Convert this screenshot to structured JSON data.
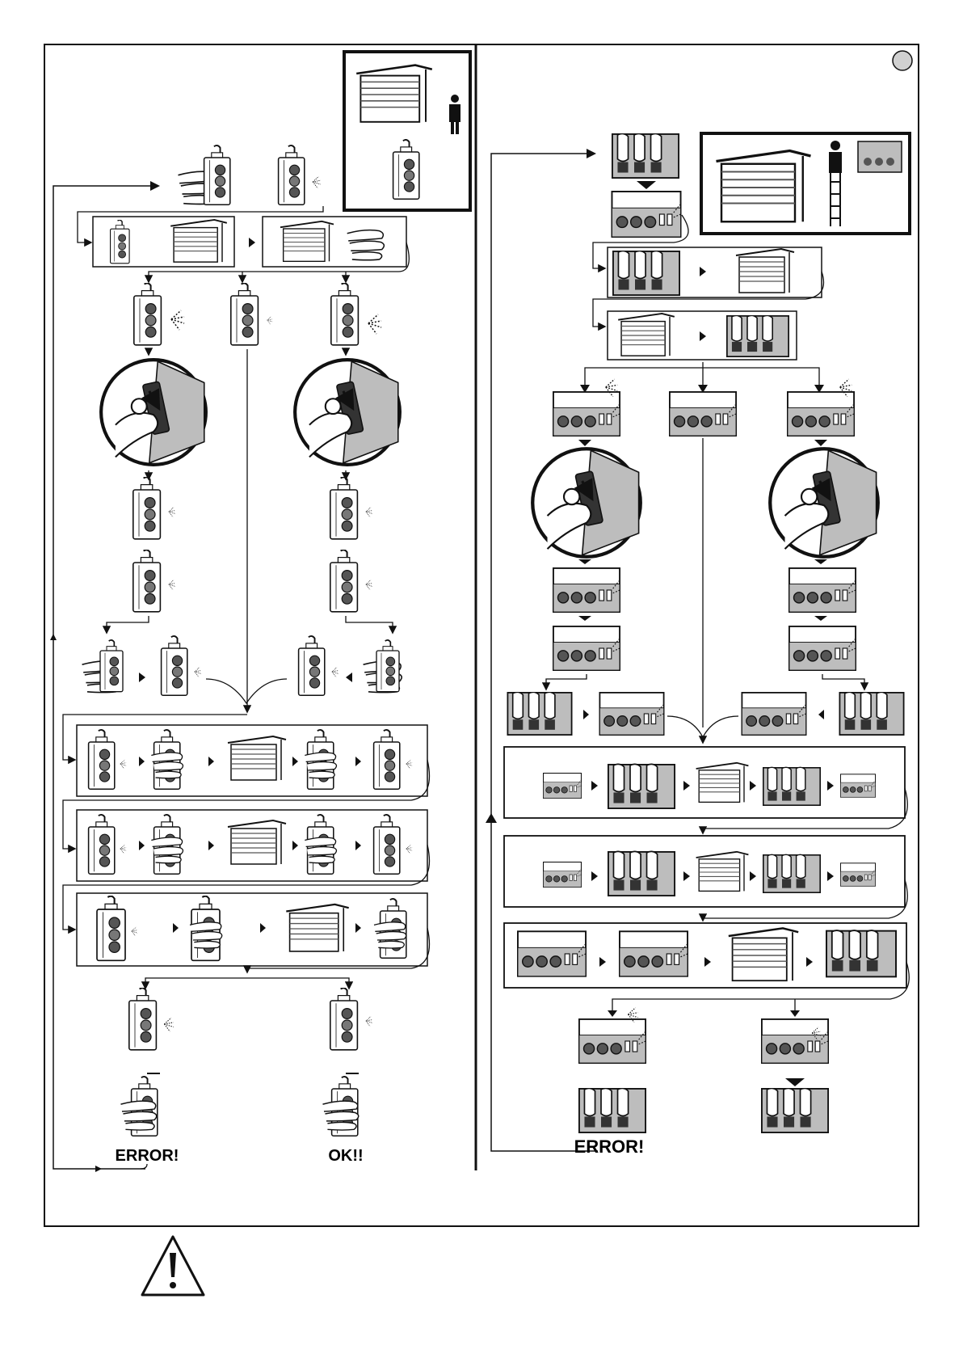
{
  "labels": {
    "left_error": "ERROR!",
    "left_ok": "OK!!",
    "right_error": "ERROR!"
  },
  "icons": [
    "warning-triangle-icon",
    "push-button-box-icon",
    "finger-press-icon",
    "sectional-door-icon",
    "person-icon",
    "ladder-icon",
    "control-panel-icon",
    "rotary-dial-icon",
    "flashing-led-icon",
    "arrow-icon"
  ],
  "colors": {
    "line": "#111111",
    "panel_fill": "#bdbdbd",
    "button_fill": "#555555",
    "led_fill": "#ffffff"
  }
}
